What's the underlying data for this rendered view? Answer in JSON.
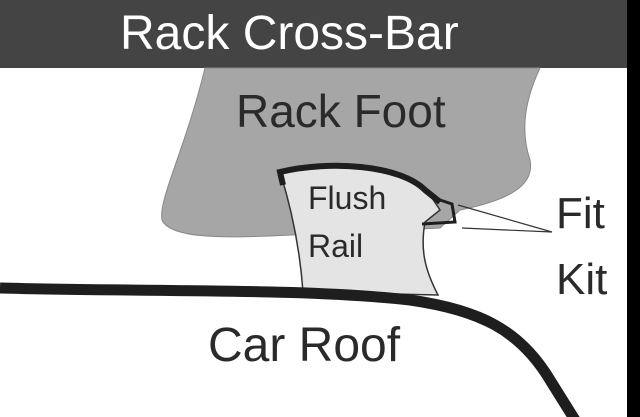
{
  "title": "Rack Cross-Bar",
  "labels": {
    "rack_foot": "Rack Foot",
    "flush_rail_line1": "Flush",
    "flush_rail_line2": "Rail",
    "fit_kit_line1": "Fit",
    "fit_kit_line2": "Kit",
    "car_roof": "Car Roof"
  },
  "colors": {
    "crossbar": "#444444",
    "rack_foot": "#a6a6a6",
    "flush_rail": "#e4e4e4",
    "outline": "#1e1e1e"
  }
}
